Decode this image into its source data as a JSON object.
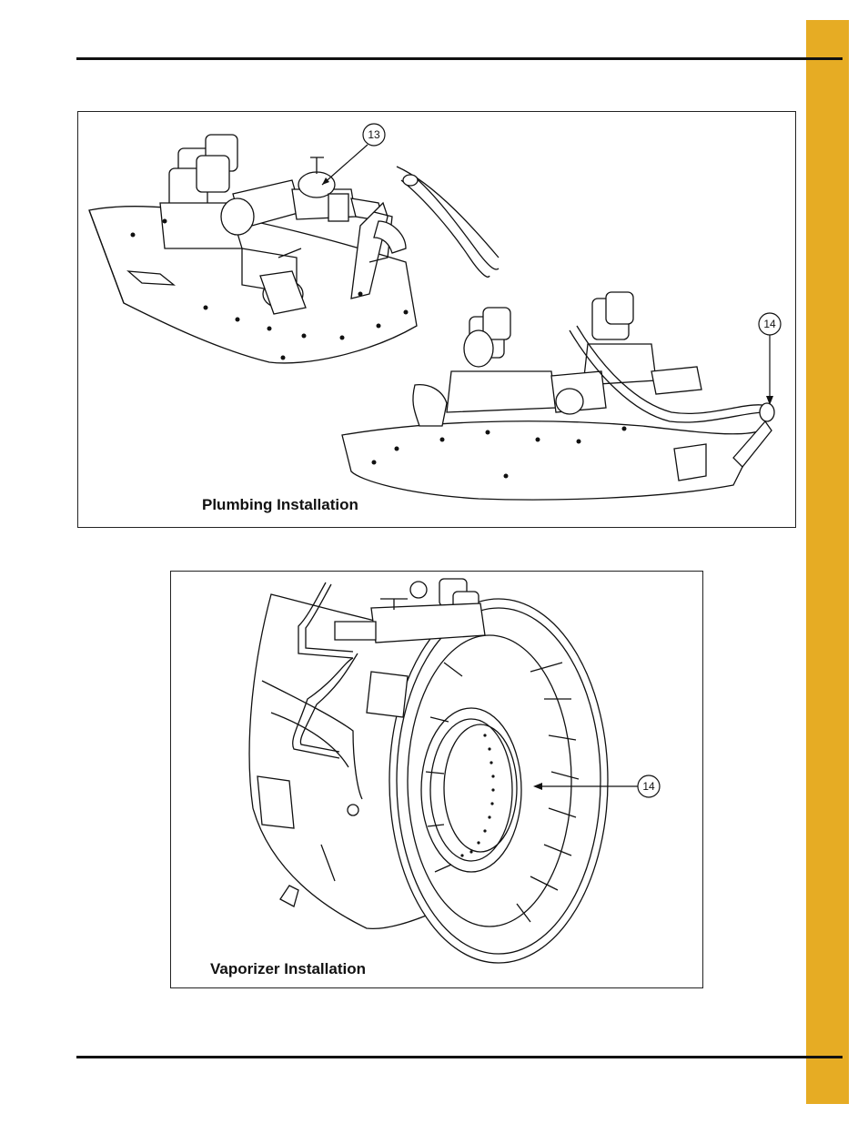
{
  "colors": {
    "side_tab": "#e6ac24",
    "rules": "#111111"
  },
  "figures": [
    {
      "caption": "Plumbing Installation",
      "callouts": [
        "13",
        "14"
      ]
    },
    {
      "caption": "Vaporizer Installation",
      "callouts": [
        "14"
      ]
    }
  ]
}
